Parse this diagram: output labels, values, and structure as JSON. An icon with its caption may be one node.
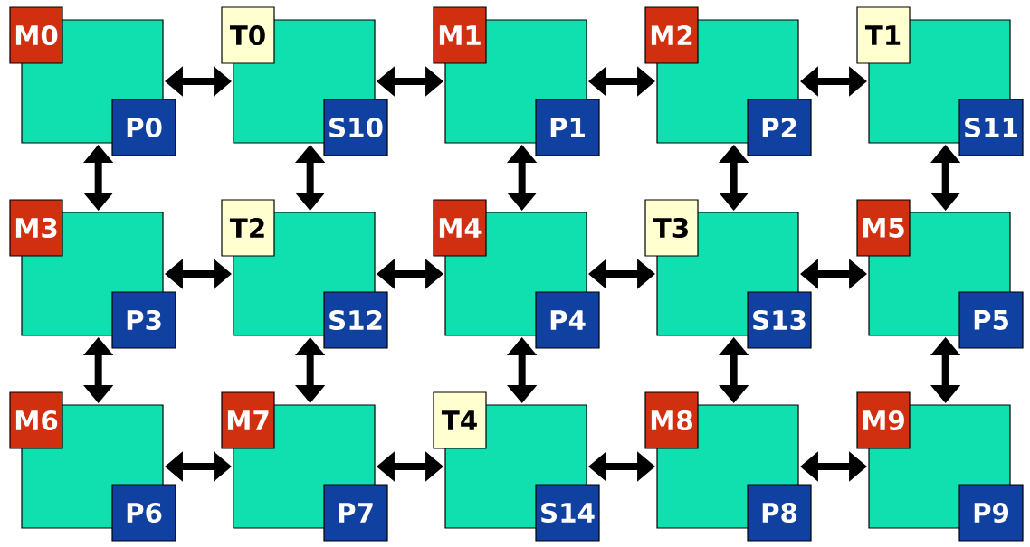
{
  "diagram": {
    "nodes": [
      {
        "text": [],
        "shape": "box"
      },
      {
        "text": [
          "M0"
        ]
      },
      {
        "text": [
          "P0"
        ]
      },
      {
        "text": [],
        "shape": "box"
      },
      {
        "text": [
          "T0"
        ]
      },
      {
        "text": [
          "S10"
        ]
      },
      {
        "text": [],
        "shape": "box"
      },
      {
        "text": [
          "M1"
        ]
      },
      {
        "text": [
          "P1"
        ]
      },
      {
        "text": [],
        "shape": "box"
      },
      {
        "text": [
          "M2"
        ]
      },
      {
        "text": [
          "P2"
        ]
      },
      {
        "text": [],
        "shape": "box"
      },
      {
        "text": [
          "T1"
        ]
      },
      {
        "text": [
          "S11"
        ]
      },
      {
        "text": [],
        "shape": "box"
      },
      {
        "text": [
          "M3"
        ]
      },
      {
        "text": [
          "P3"
        ]
      },
      {
        "text": [],
        "shape": "box"
      },
      {
        "text": [
          "T2"
        ]
      },
      {
        "text": [
          "S12"
        ]
      },
      {
        "text": [],
        "shape": "box"
      },
      {
        "text": [
          "M4"
        ]
      },
      {
        "text": [
          "P4"
        ]
      },
      {
        "text": [],
        "shape": "box"
      },
      {
        "text": [
          "T3"
        ]
      },
      {
        "text": [
          "S13"
        ]
      },
      {
        "text": [],
        "shape": "box"
      },
      {
        "text": [
          "M5"
        ]
      },
      {
        "text": [
          "P5"
        ]
      },
      {
        "text": [],
        "shape": "box"
      },
      {
        "text": [
          "M6"
        ]
      },
      {
        "text": [
          "P6"
        ]
      },
      {
        "text": [],
        "shape": "box"
      },
      {
        "text": [
          "M7"
        ]
      },
      {
        "text": [
          "P7"
        ]
      },
      {
        "text": [],
        "shape": "box"
      },
      {
        "text": [
          "T4"
        ]
      },
      {
        "text": [
          "S14"
        ]
      },
      {
        "text": [],
        "shape": "box"
      },
      {
        "text": [
          "M8"
        ]
      },
      {
        "text": [
          "P8"
        ]
      },
      {
        "text": [],
        "shape": "box"
      },
      {
        "text": [
          "M9"
        ]
      },
      {
        "text": [
          "P9"
        ]
      }
    ],
    "edges": [
      {
        "from": 0,
        "to": 3,
        "arrow": "both"
      },
      {
        "from": 3,
        "to": 6,
        "arrow": "both"
      },
      {
        "from": 6,
        "to": 9,
        "arrow": "both"
      },
      {
        "from": 9,
        "to": 12,
        "arrow": "both"
      },
      {
        "from": 0,
        "to": 15,
        "arrow": "both"
      },
      {
        "from": 3,
        "to": 18,
        "arrow": "both"
      },
      {
        "from": 6,
        "to": 21,
        "arrow": "both"
      },
      {
        "from": 9,
        "to": 24,
        "arrow": "both"
      },
      {
        "from": 12,
        "to": 27,
        "arrow": "both"
      },
      {
        "from": 15,
        "to": 18,
        "arrow": "both"
      },
      {
        "from": 18,
        "to": 21,
        "arrow": "both"
      },
      {
        "from": 21,
        "to": 24,
        "arrow": "both"
      },
      {
        "from": 24,
        "to": 27,
        "arrow": "both"
      },
      {
        "from": 15,
        "to": 30,
        "arrow": "both"
      },
      {
        "from": 18,
        "to": 33,
        "arrow": "both"
      },
      {
        "from": 21,
        "to": 36,
        "arrow": "both"
      },
      {
        "from": 24,
        "to": 39,
        "arrow": "both"
      },
      {
        "from": 27,
        "to": 42,
        "arrow": "both"
      },
      {
        "from": 30,
        "to": 33,
        "arrow": "both"
      },
      {
        "from": 33,
        "to": 36,
        "arrow": "both"
      },
      {
        "from": 36,
        "to": 39,
        "arrow": "both"
      },
      {
        "from": 39,
        "to": 42,
        "arrow": "both"
      }
    ]
  }
}
